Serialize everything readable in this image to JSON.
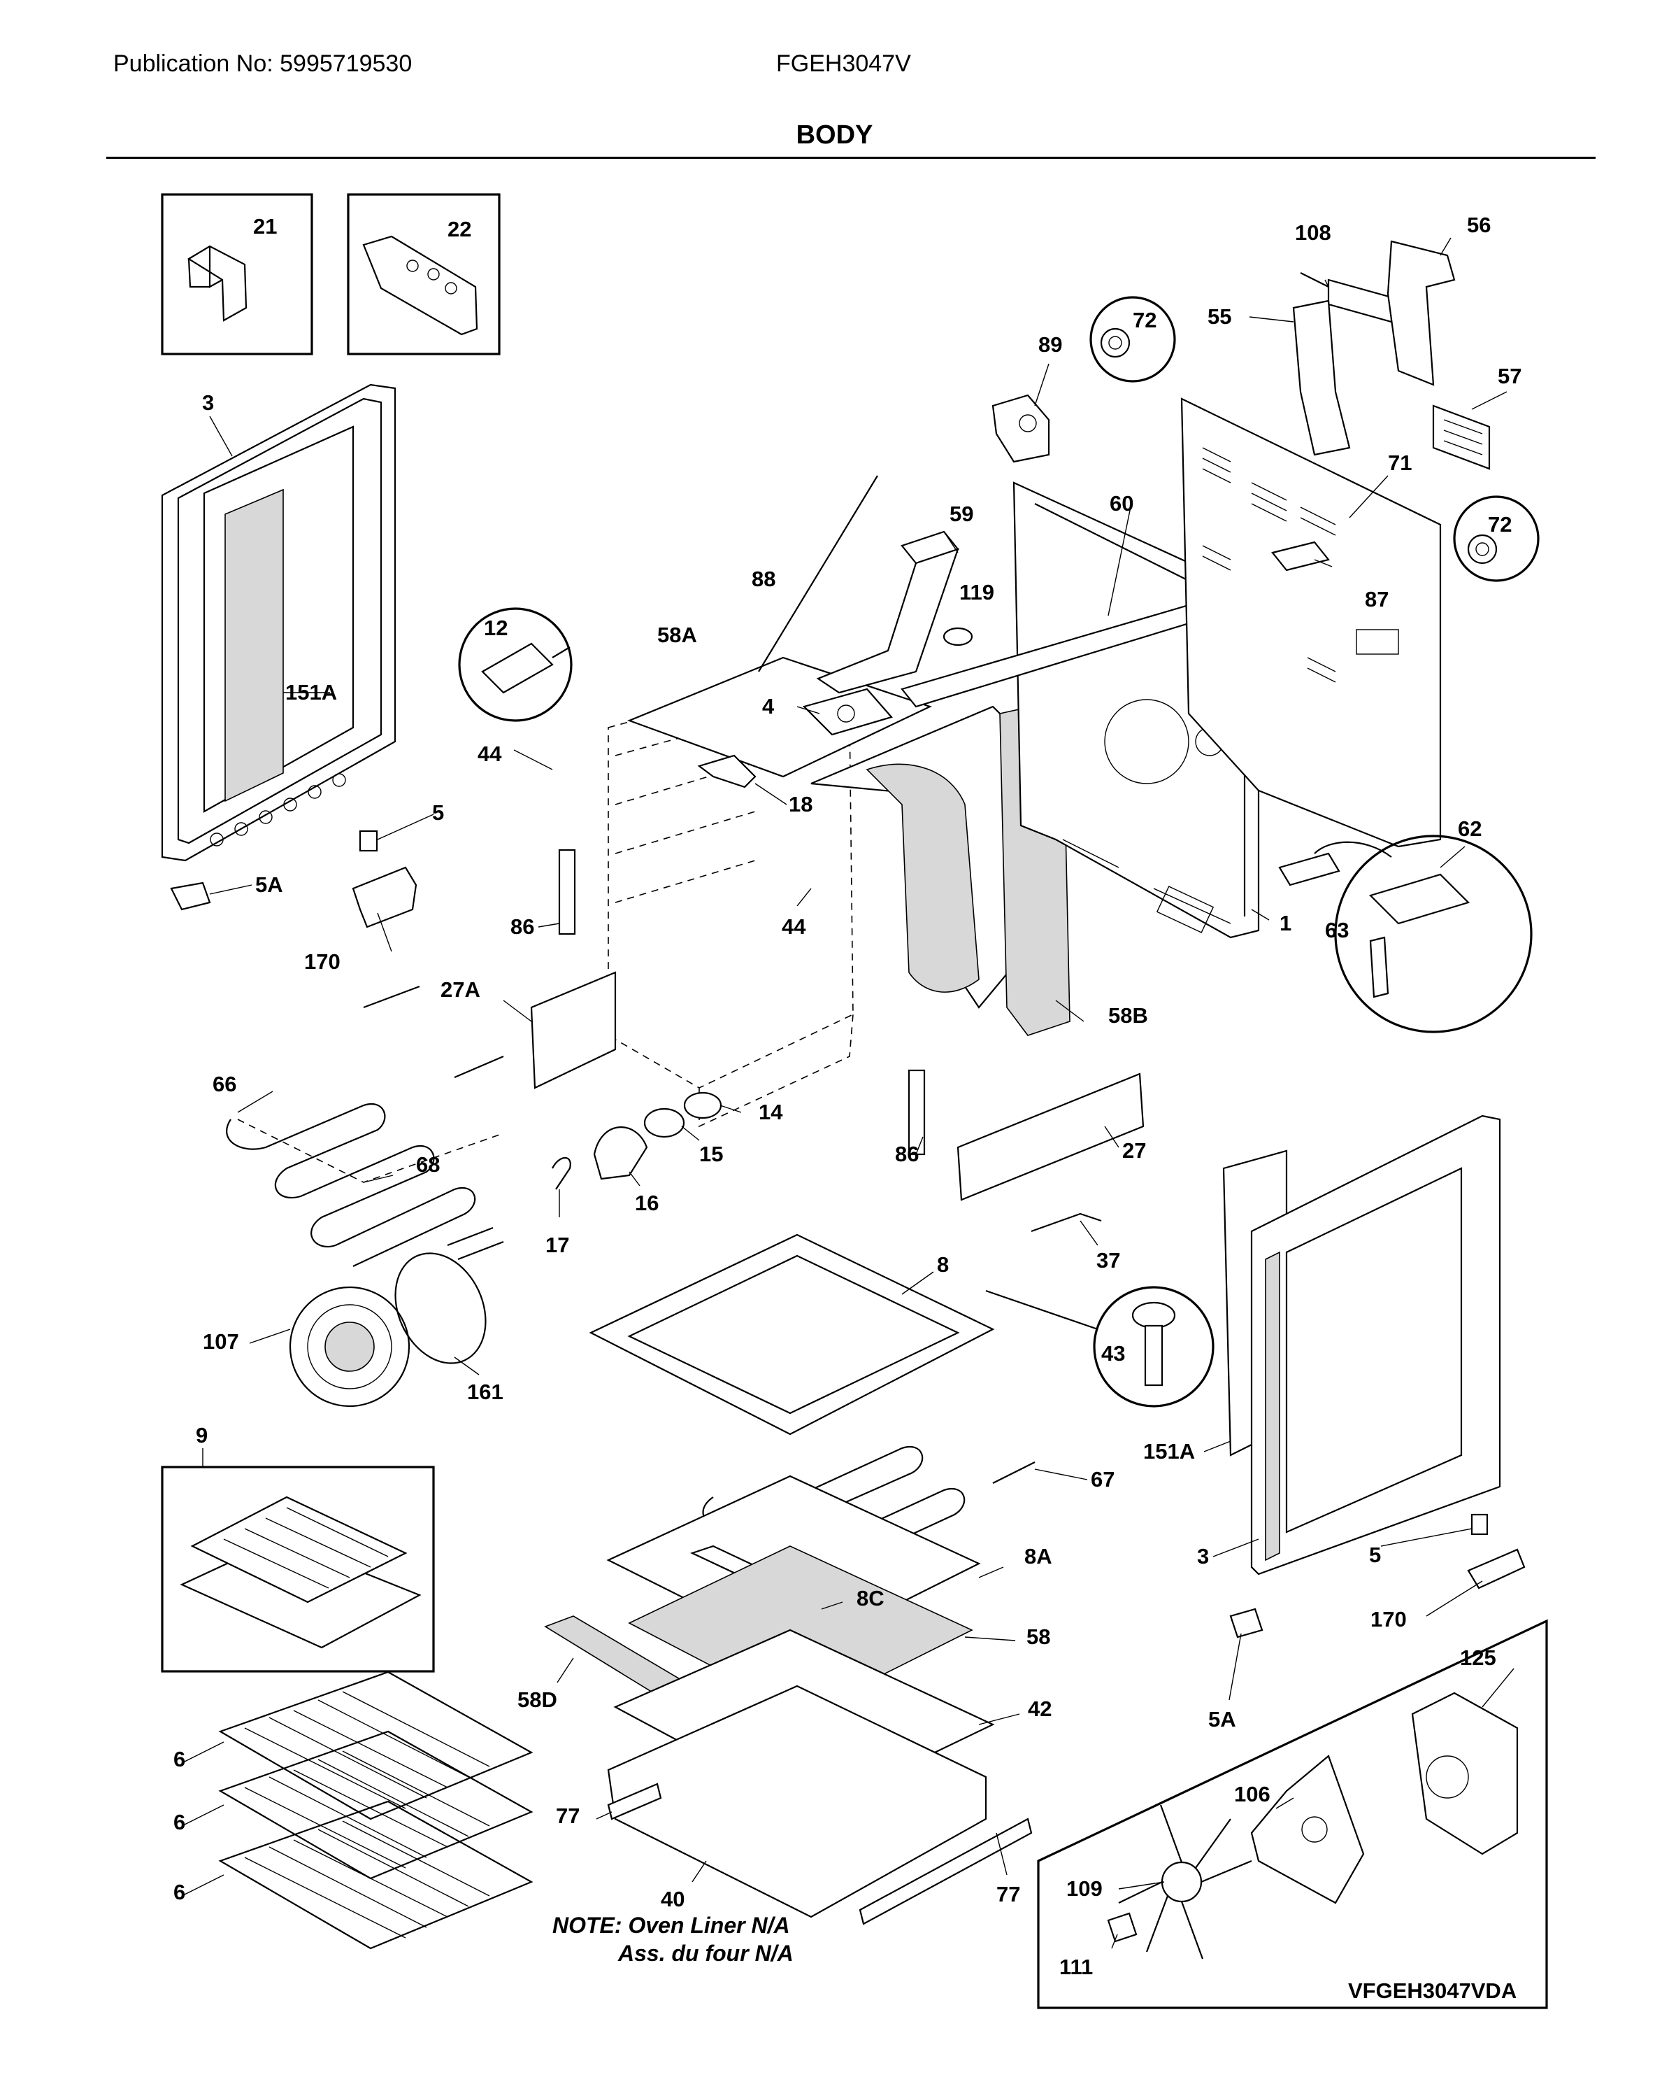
{
  "header": {
    "publication": "Publication No: 5995719530",
    "model": "FGEH3047V",
    "title": "BODY"
  },
  "note": {
    "line1": "NOTE: Oven Liner N/A",
    "line2": "Ass. du four N/A"
  },
  "diagram_code": "VFGEH3047VDA",
  "callouts": {
    "c21": "21",
    "c22": "22",
    "c3a": "3",
    "c151a_l": "151A",
    "c5_l": "5",
    "c5a_l": "5A",
    "c170_l": "170",
    "c12": "12",
    "c44_l": "44",
    "c88": "88",
    "c58a": "58A",
    "c4": "4",
    "c18": "18",
    "c59": "59",
    "c119": "119",
    "c89": "89",
    "c60": "60",
    "c72_t": "72",
    "c108": "108",
    "c56": "56",
    "c55": "55",
    "c57": "57",
    "c71": "71",
    "c72_r": "72",
    "c87": "87",
    "c62": "62",
    "c63": "63",
    "c1": "1",
    "c86_l": "86",
    "c27a": "27A",
    "c44_m": "44",
    "c58b": "58B",
    "c66": "66",
    "c68": "68",
    "c14": "14",
    "c15": "15",
    "c16": "16",
    "c17": "17",
    "c86_m": "86",
    "c27": "27",
    "c37": "37",
    "c107": "107",
    "c161": "161",
    "c8": "8",
    "c43": "43",
    "c151a_r": "151A",
    "c9": "9",
    "c67": "67",
    "c3b": "3",
    "c5_r": "5",
    "c8a": "8A",
    "c170_r": "170",
    "c8c": "8C",
    "c58": "58",
    "c58d": "58D",
    "c42": "42",
    "c5a_r": "5A",
    "c125": "125",
    "c106": "106",
    "c6a": "6",
    "c6b": "6",
    "c6c": "6",
    "c77_l": "77",
    "c77_r": "77",
    "c40": "40",
    "c109": "109",
    "c111": "111"
  }
}
